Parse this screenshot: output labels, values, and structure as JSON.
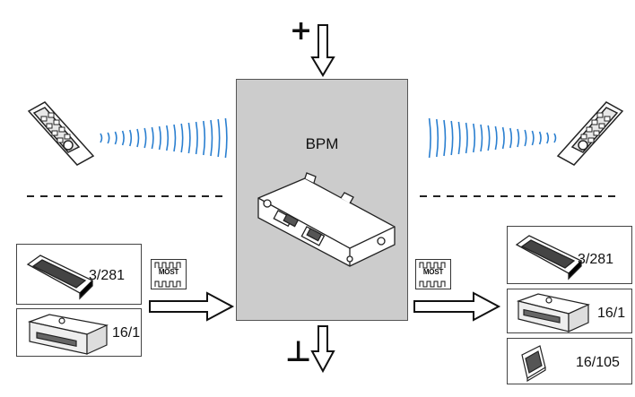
{
  "ecu": {
    "label": "BPM"
  },
  "supply": {
    "plus_symbol": "+",
    "ground_symbol": "⊥"
  },
  "bus": {
    "left_label": "MOST",
    "right_label": "MOST"
  },
  "left_components": [
    {
      "label": "3/281",
      "icon": "display-unit-icon"
    },
    {
      "label": "16/1",
      "icon": "head-unit-icon"
    }
  ],
  "right_components": [
    {
      "label": "3/281",
      "icon": "display-unit-icon"
    },
    {
      "label": "16/1",
      "icon": "head-unit-icon"
    },
    {
      "label": "16/105",
      "icon": "module-icon"
    }
  ],
  "colors": {
    "box_fill": "#cccccc",
    "wave": "#2a7fd0",
    "line": "#222222"
  }
}
